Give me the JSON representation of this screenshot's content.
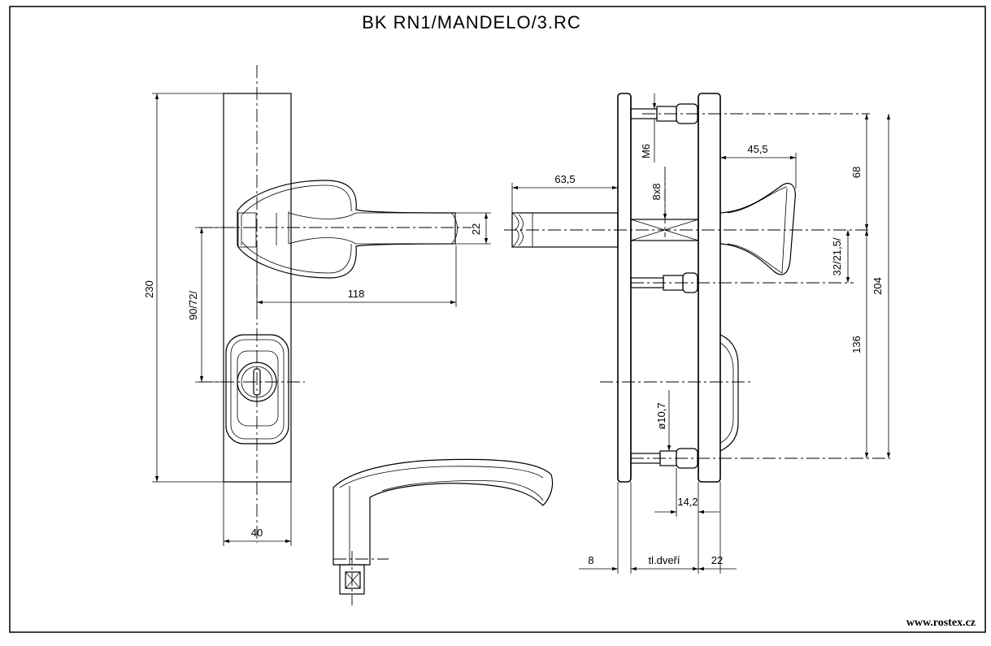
{
  "title": "BK  RN1/MANDELO/3.RC",
  "footer": "www.rostex.cz",
  "dimensions": {
    "height_total": "230",
    "spacing_key": "90/72/",
    "plate_width": "40",
    "lever_length": "118",
    "lever_grip": "22",
    "spindle_length": "63,5",
    "spindle_square": "8x8",
    "screw_thread": "M6",
    "rosette_projection": "45,5",
    "upper_spacing": "68",
    "lower_spacing": "136",
    "screw_spacing": "204",
    "cylinder_offset": "32/21,5/",
    "hole_diameter": "ø10,7",
    "screw_offset": "14,2",
    "inner_plate": "8",
    "door_thickness": "tl.dveří",
    "outer_plate": "22"
  }
}
